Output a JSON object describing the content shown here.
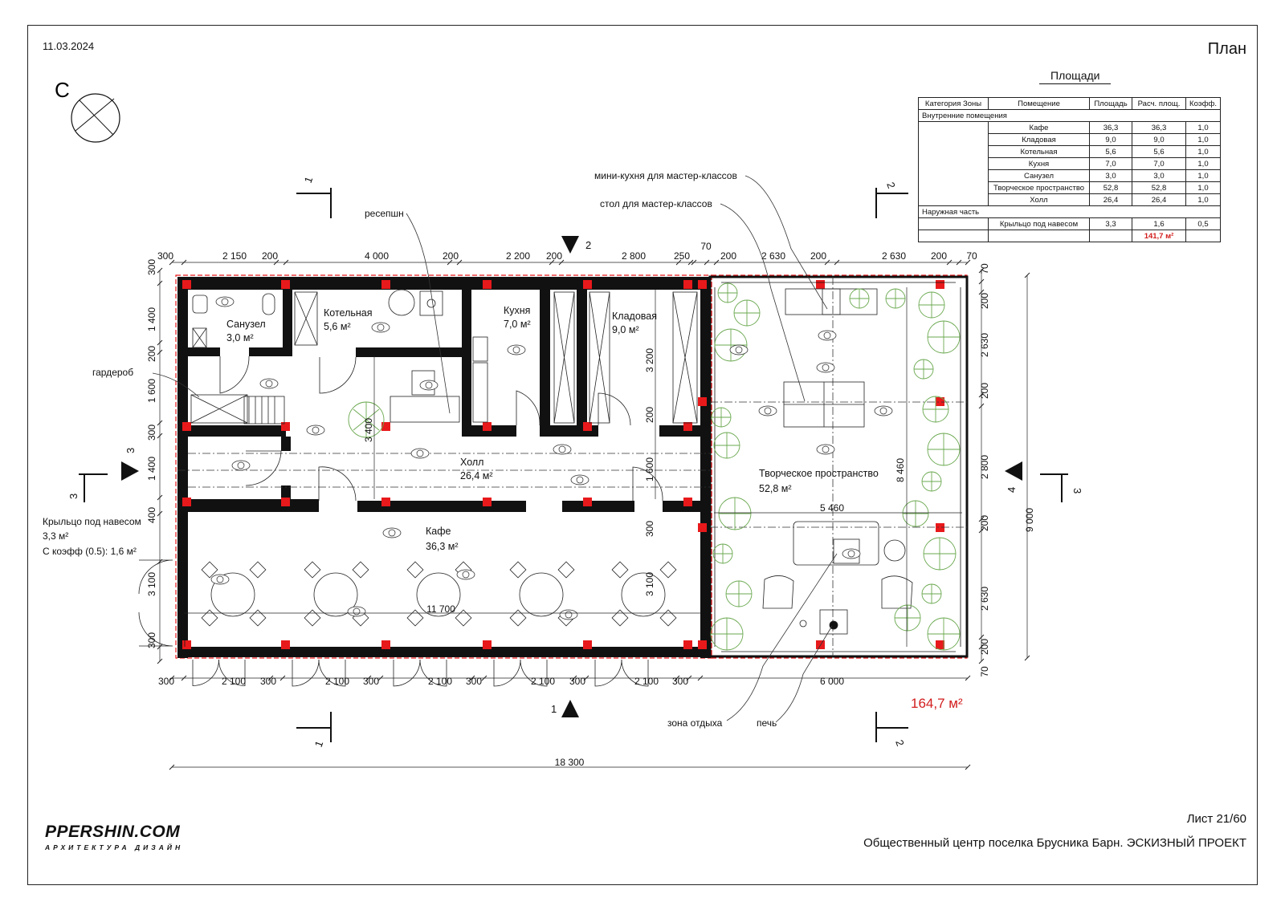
{
  "header": {
    "date": "11.03.2024",
    "title": "План",
    "north_letter": "С"
  },
  "footer": {
    "sheet": "Лист 21/60",
    "project": "Общественный центр поселка Брусника Барн. ЭСКИЗНЫЙ ПРОЕКТ",
    "logo_main": "PPERSHIN.COM",
    "logo_sub": "АРХИТЕКТУРА ДИЗАЙН"
  },
  "area_table": {
    "caption": "Площади",
    "columns": [
      "Категория Зоны",
      "Помещение",
      "Площадь",
      "Расч. площ.",
      "Коэфф."
    ],
    "sections": [
      {
        "name": "Внутренние помещения",
        "rows": [
          {
            "room": "Кафе",
            "area": "36,3",
            "calc": "36,3",
            "coef": "1,0"
          },
          {
            "room": "Кладовая",
            "area": "9,0",
            "calc": "9,0",
            "coef": "1,0"
          },
          {
            "room": "Котельная",
            "area": "5,6",
            "calc": "5,6",
            "coef": "1,0"
          },
          {
            "room": "Кухня",
            "area": "7,0",
            "calc": "7,0",
            "coef": "1,0"
          },
          {
            "room": "Санузел",
            "area": "3,0",
            "calc": "3,0",
            "coef": "1,0"
          },
          {
            "room": "Творческое пространство",
            "area": "52,8",
            "calc": "52,8",
            "coef": "1,0"
          },
          {
            "room": "Холл",
            "area": "26,4",
            "calc": "26,4",
            "coef": "1,0"
          }
        ]
      },
      {
        "name": "Наружная часть",
        "rows": [
          {
            "room": "Крыльцо под навесом",
            "area": "3,3",
            "calc": "1,6",
            "coef": "0,5"
          }
        ]
      }
    ],
    "total": "141,7 м²"
  },
  "rooms": {
    "sanuzel": {
      "name": "Санузел",
      "area": "3,0 м²"
    },
    "kotelnaya": {
      "name": "Котельная",
      "area": "5,6 м²"
    },
    "kuhnya": {
      "name": "Кухня",
      "area": "7,0 м²"
    },
    "kladovaya": {
      "name": "Кладовая",
      "area": "9,0 м²"
    },
    "holl": {
      "name": "Холл",
      "area": "26,4 м²"
    },
    "kafe": {
      "name": "Кафе",
      "area": "36,3 м²"
    },
    "tvorch": {
      "name": "Творческое пространство",
      "area": "52,8 м²"
    }
  },
  "porch": {
    "name": "Крыльцо под навесом",
    "area": "3,3 м²",
    "coef": "С коэфф (0.5): 1,6 м²"
  },
  "callouts": {
    "reception": "ресепшн",
    "wardrobe": "гардероб",
    "mini_kitchen": "мини-кухня для мастер-классов",
    "master_table": "стол для мастер-классов",
    "rest_zone": "зона отдыха",
    "stove": "печь"
  },
  "total_area": "164,7 м²",
  "dimensions": {
    "top": [
      "300",
      "2 150",
      "200",
      "4 000",
      "200",
      "2 200",
      "200",
      "2 800",
      "250",
      "70",
      "200",
      "2 630",
      "200",
      "2 630",
      "200",
      "70"
    ],
    "bottom": [
      "300",
      "2 100",
      "300",
      "2 100",
      "300",
      "2 100",
      "300",
      "2 100",
      "300",
      "2 100",
      "300",
      "6 000"
    ],
    "overall": "18 300",
    "left": [
      "300",
      "1 400",
      "200",
      "1 600",
      "300",
      "1 400",
      "400",
      "3 100",
      "300"
    ],
    "right": [
      "70",
      "200",
      "2 630",
      "200",
      "2 800",
      "200",
      "2 630",
      "200",
      "70"
    ],
    "right_overall": "9 000",
    "inner": {
      "d3400": "3 400",
      "d3200": "3 200",
      "d200": "200",
      "d1600": "1 600",
      "d300": "300",
      "d3100": "3 100",
      "d11700": "11 700",
      "d5460": "5 460",
      "d8460": "8 460"
    }
  },
  "sections": {
    "s1": "1",
    "s2": "2",
    "s3": "3",
    "s4": "4"
  },
  "colors": {
    "wall": "#111111",
    "column": "#e8191b",
    "dim_total": "#d21d1d",
    "plants": "#6aa84f"
  }
}
